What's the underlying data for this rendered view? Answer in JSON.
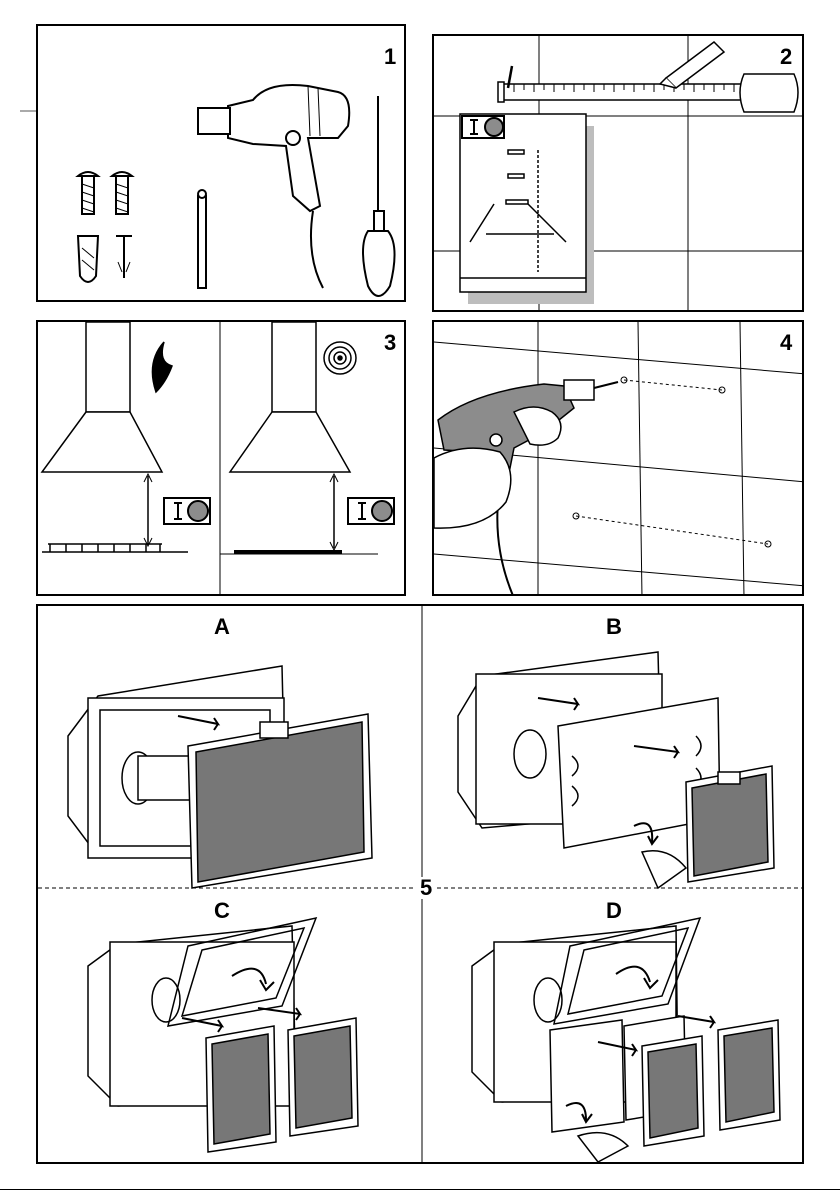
{
  "panels": {
    "p1": {
      "number": "1"
    },
    "p2": {
      "number": "2"
    },
    "p3": {
      "number": "3"
    },
    "p4": {
      "number": "4"
    },
    "p5": {
      "number": "5",
      "sub": {
        "a": "A",
        "b": "B",
        "c": "C",
        "d": "D"
      }
    }
  },
  "icons": {
    "tools": [
      "power-drill-icon",
      "screwdriver-icon",
      "screw-icon",
      "wall-plug-icon",
      "drill-bit-icon"
    ],
    "measure": [
      "pencil-icon",
      "tape-measure-icon",
      "instruction-sheet-icon"
    ],
    "height": [
      "gas-flame-icon",
      "electric-hob-icon",
      "measure-badge-icon"
    ]
  },
  "colors": {
    "ink": "#000000",
    "mesh": "#777777",
    "shadow": "#bdbdbd",
    "badge": "#8c8c8c"
  }
}
